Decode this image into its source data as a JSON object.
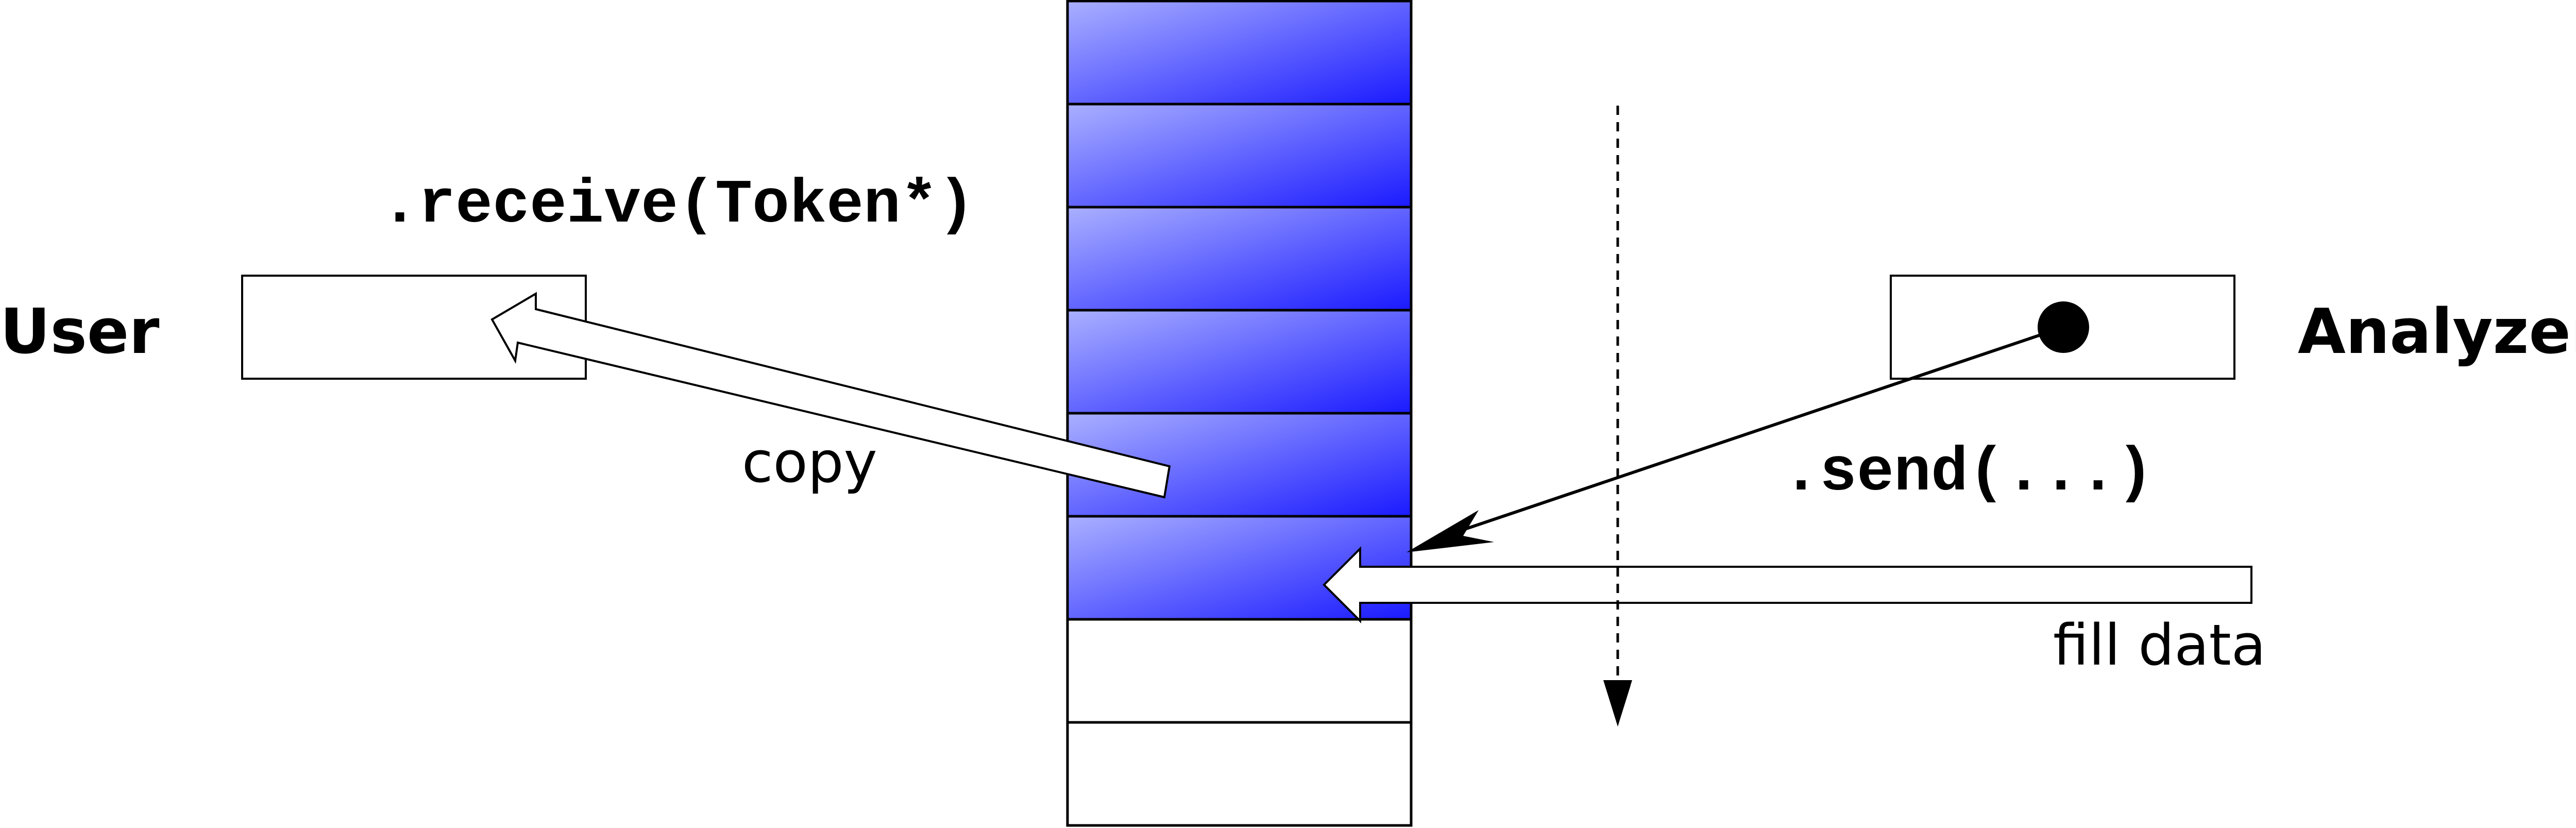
{
  "labels": {
    "user": "User",
    "analyzer": "Analyzer",
    "receive_call": ".receive(Token*)",
    "send_call": ".send(...)",
    "copy": "copy",
    "fill_data": "fill data"
  },
  "buffer": {
    "total_slots": 8,
    "filled_slots": 6,
    "fill_color_light": "#aab0ff",
    "fill_color_dark": "#1a1aff",
    "empty_color": "#ffffff"
  }
}
